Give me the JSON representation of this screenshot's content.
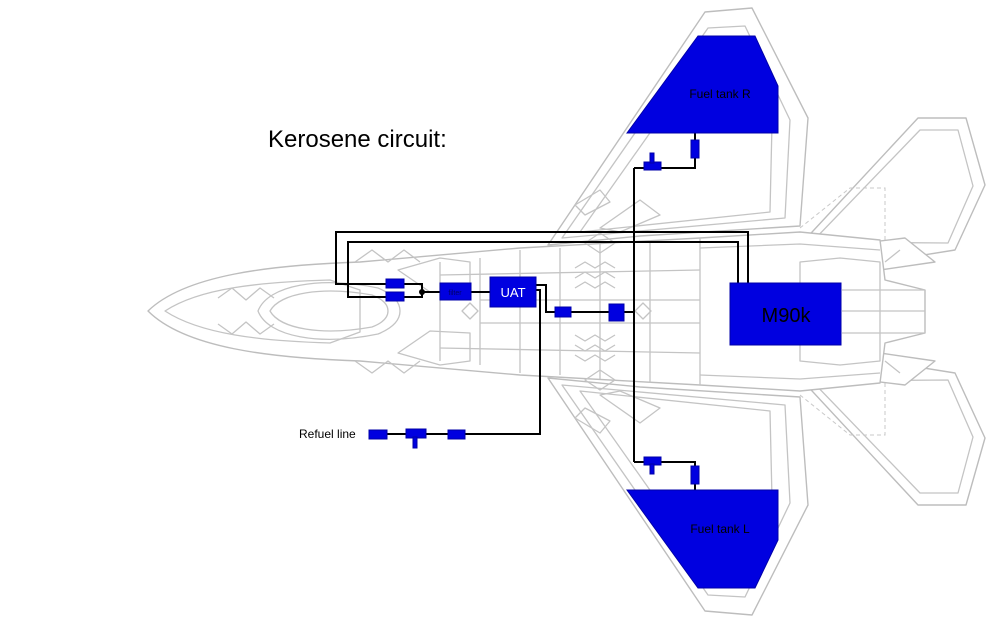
{
  "title": "Kerosene circuit:",
  "components": {
    "tank_right": "Fuel tank R",
    "tank_left": "Fuel tank L",
    "engine": "M90k",
    "uat": "UAT",
    "filter": "filter",
    "refuel_line": "Refuel line"
  },
  "colors": {
    "component": "#0000e0",
    "pipe": "#000000",
    "airframe": "#c4c4c4",
    "background": "#ffffff"
  }
}
